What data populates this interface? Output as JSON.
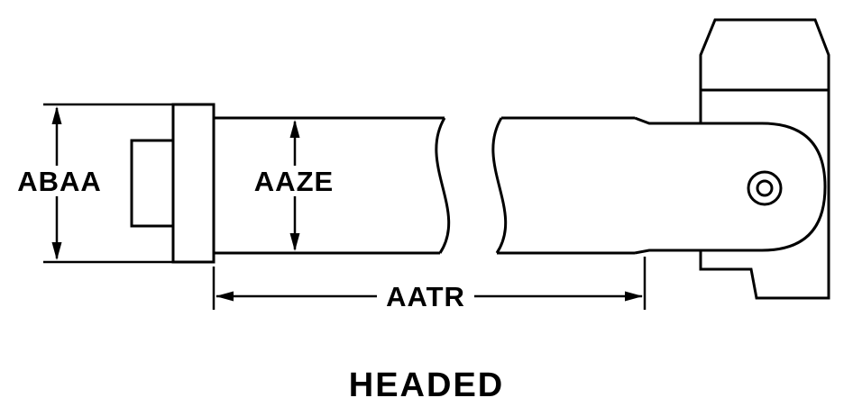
{
  "diagram": {
    "caption": "HEADED",
    "dimensions": {
      "head_diameter": "ABAA",
      "shaft_diameter": "AAZE",
      "pin_length": "AATR"
    },
    "colors": {
      "line": "#000000",
      "background": "#ffffff"
    }
  }
}
